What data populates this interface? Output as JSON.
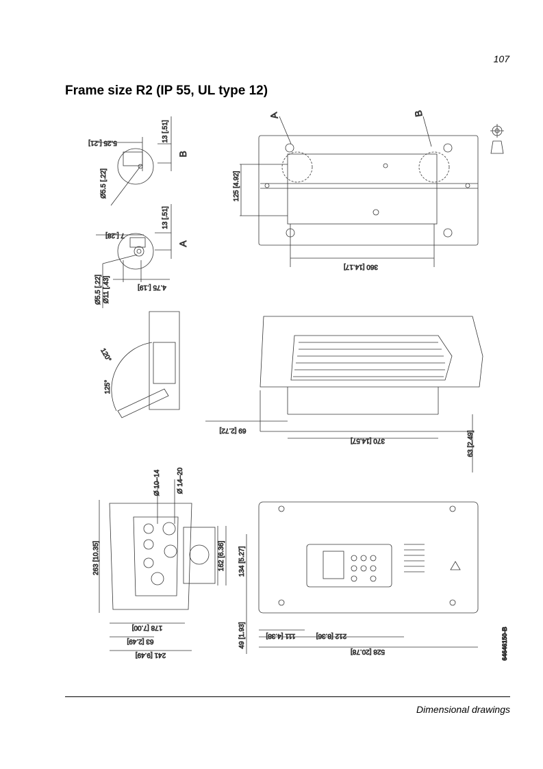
{
  "page": {
    "number": "107",
    "title": "Frame size R2 (IP 55, UL type 12)",
    "footer": "Dimensional drawings",
    "document_id": "64646150-B"
  },
  "detail_b": {
    "letter": "B",
    "dim_width": "5.25 [.21]",
    "dim_height": "13 [.51]",
    "dim_hole": "Ø5.5 [.22]"
  },
  "detail_a": {
    "letter": "A",
    "dim_width": "7 [.28]",
    "dim_height": "13 [.51]",
    "dim_hole_small": "Ø5.5 [.22]",
    "dim_hole_large": "Ø11 [.43]",
    "dim_offset": "4.75 [.19]"
  },
  "back_view": {
    "label_a": "A",
    "label_b": "B",
    "dim_hole_spacing_v": "125 [4.92]",
    "dim_hole_spacing_h": "360 [14.17]"
  },
  "side_view": {
    "dim_depth_left": "69 [2.72]",
    "dim_depth": "370 [14.57]",
    "dim_right": "63 [2.49]"
  },
  "open_cover_view": {
    "angle_small": "120°",
    "angle_large": "125°"
  },
  "bottom_view": {
    "dim_gland_small": "Ø 10–14",
    "dim_gland_large": "Ø 14–20",
    "dim_height": "263 [10.35]",
    "dim_178": "178 [7.00]",
    "dim_63": "63 [2.49]",
    "dim_241": "241 [9.49]"
  },
  "front_view": {
    "dim_162": "162 [6.36]",
    "dim_134": "134 [5.27]",
    "dim_49": "49 [1.93]",
    "dim_111": "111 [4.38]",
    "dim_212": "212 [8.36]",
    "dim_528": "528 [20.78]"
  }
}
